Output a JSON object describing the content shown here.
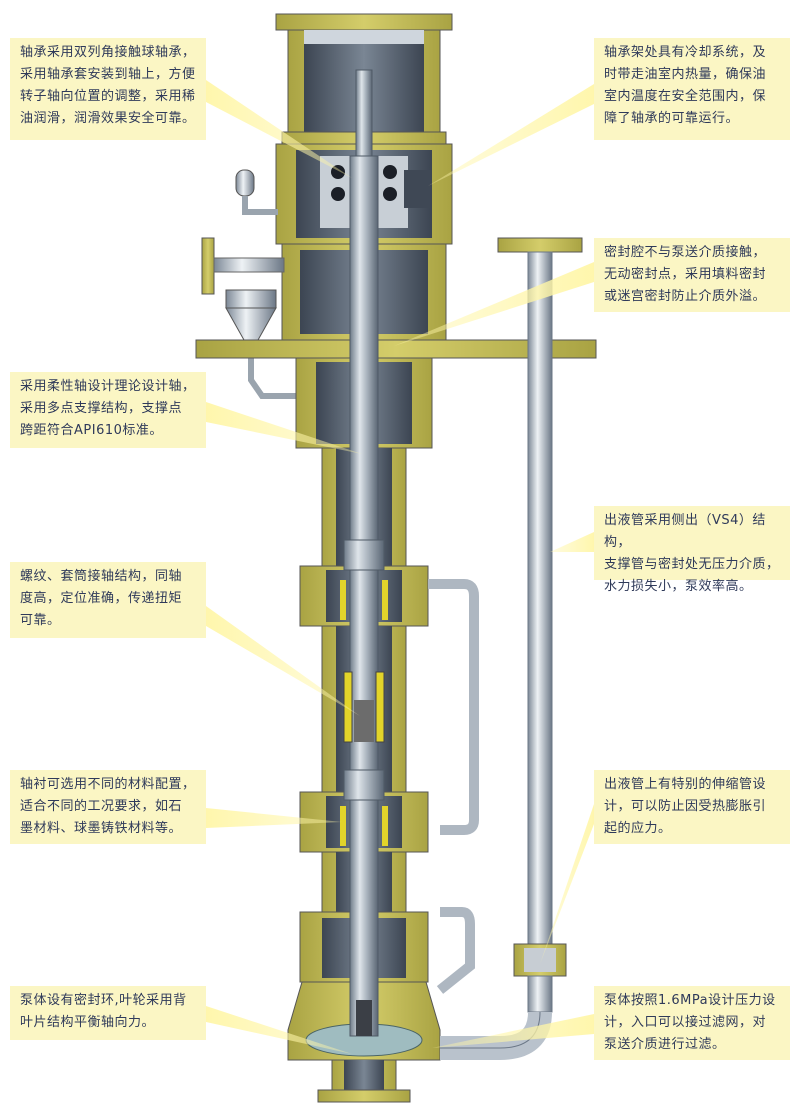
{
  "callouts": [
    {
      "id": "bearing",
      "text": "轴承采用双列角接触球轴承，\n采用轴承套安装到轴上，方便\n转子轴向位置的调整，采用稀\n油润滑，润滑效果安全可靠。"
    },
    {
      "id": "cooling",
      "text": "轴承架处具有冷却系统，及\n时带走油室内热量，确保油\n室内温度在安全范围内，保\n障了轴承的可靠运行。"
    },
    {
      "id": "seal",
      "text": "密封腔不与泵送介质接触，\n无动密封点，采用填料密封\n或迷宫密封防止介质外溢。"
    },
    {
      "id": "flexible-shaft",
      "text": "采用柔性轴设计理论设计轴，\n采用多点支撑结构，支撑点\n跨距符合API610标准。"
    },
    {
      "id": "outlet-pipe",
      "text": "出液管采用侧出（VS4）结构，\n支撑管与密封处无压力介质，\n水力损失小，泵效率高。"
    },
    {
      "id": "coupling",
      "text": "螺纹、套筒接轴结构，同轴\n度高，定位准确，传递扭矩\n可靠。"
    },
    {
      "id": "bushing",
      "text": "轴衬可选用不同的材料配置，\n适合不同的工况要求，如石\n墨材料、球墨铸铁材料等。"
    },
    {
      "id": "expansion",
      "text": "出液管上有特别的伸缩管设\n计，可以防止因受热膨胀引\n起的应力。"
    },
    {
      "id": "impeller",
      "text": "泵体设有密封环,叶轮采用背\n叶片结构平衡轴向力。"
    },
    {
      "id": "pressure",
      "text": "泵体按照1.6MPa设计压力设\n计，入口可以接过滤网，对\n泵送介质进行过滤。"
    }
  ],
  "colors": {
    "callout_bg": "#fbf6c4",
    "callout_text": "#2f3a5a",
    "casing_yellow": "#c9c25a",
    "casing_shadow": "#9c9638",
    "steel": "#b9c2cc",
    "steel_dark": "#5d6a78",
    "cavity": "#4e5968"
  }
}
